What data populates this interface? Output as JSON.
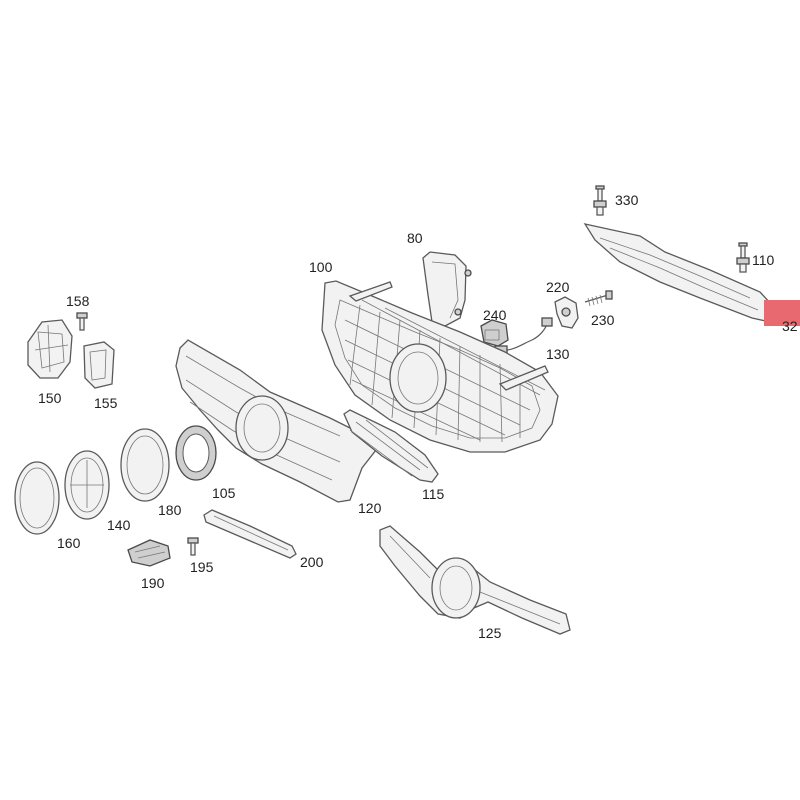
{
  "diagram": {
    "type": "exploded-parts",
    "callouts": {
      "c330": "330",
      "c110": "110",
      "c32x": "32",
      "c80": "80",
      "c100": "100",
      "c220": "220",
      "c240": "240",
      "c230": "230",
      "c130": "130",
      "c158": "158",
      "c150": "150",
      "c155": "155",
      "c105": "105",
      "c115": "115",
      "c120": "120",
      "c140": "140",
      "c160": "160",
      "c180": "180",
      "c190": "190",
      "c195": "195",
      "c200": "200",
      "c125": "125"
    },
    "highlight_color": "#e8696f"
  }
}
